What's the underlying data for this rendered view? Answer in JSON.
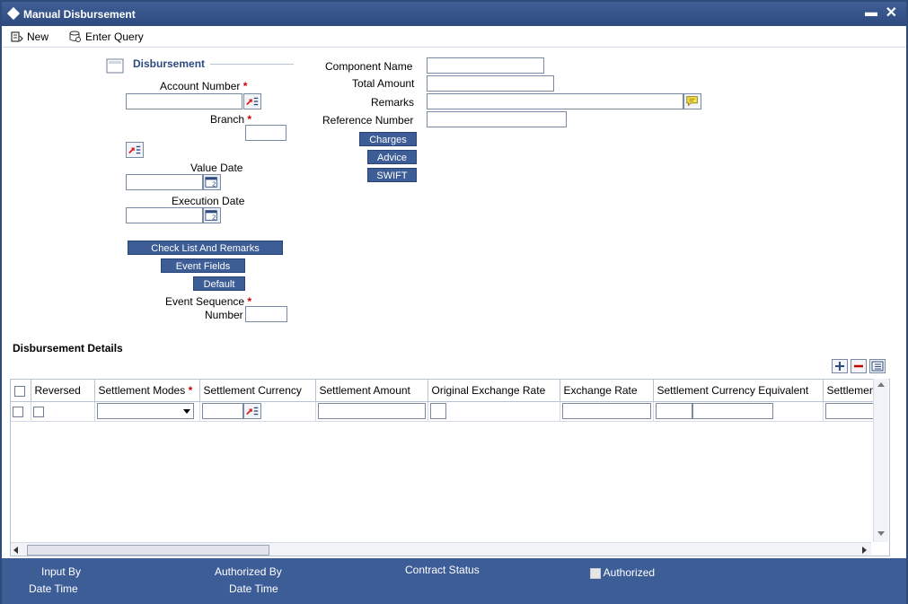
{
  "window": {
    "title": "Manual Disbursement",
    "minimize": "▬",
    "close": "✕"
  },
  "toolbar": {
    "new_label": "New",
    "enter_query_label": "Enter Query"
  },
  "disbursement": {
    "section_title": "Disbursement",
    "account_number_label": "Account Number",
    "branch_label": "Branch",
    "value_date_label": "Value Date",
    "execution_date_label": "Execution Date",
    "event_sequence_label": "Event Sequence",
    "number_label": "Number",
    "required_mark": "*"
  },
  "component": {
    "component_name_label": "Component Name",
    "total_amount_label": "Total Amount",
    "remarks_label": "Remarks",
    "reference_number_label": "Reference Number"
  },
  "buttons": {
    "charges": "Charges",
    "advice": "Advice",
    "swift": "SWIFT",
    "checklist": "Check List And Remarks",
    "event_fields": "Event Fields",
    "default": "Default"
  },
  "details": {
    "title": "Disbursement Details",
    "columns": [
      "Reversed",
      "Settlement Modes",
      "Settlement Currency",
      "Settlement Amount",
      "Original Exchange Rate",
      "Exchange Rate",
      "Settlement Currency Equivalent",
      "Settlement"
    ]
  },
  "footer": {
    "input_by": "Input By",
    "date_time_1": "Date Time",
    "authorized_by": "Authorized By",
    "date_time_2": "Date Time",
    "contract_status": "Contract Status",
    "authorized": "Authorized"
  },
  "colors": {
    "brand": "#3d5d97",
    "required": "#cc0000"
  }
}
